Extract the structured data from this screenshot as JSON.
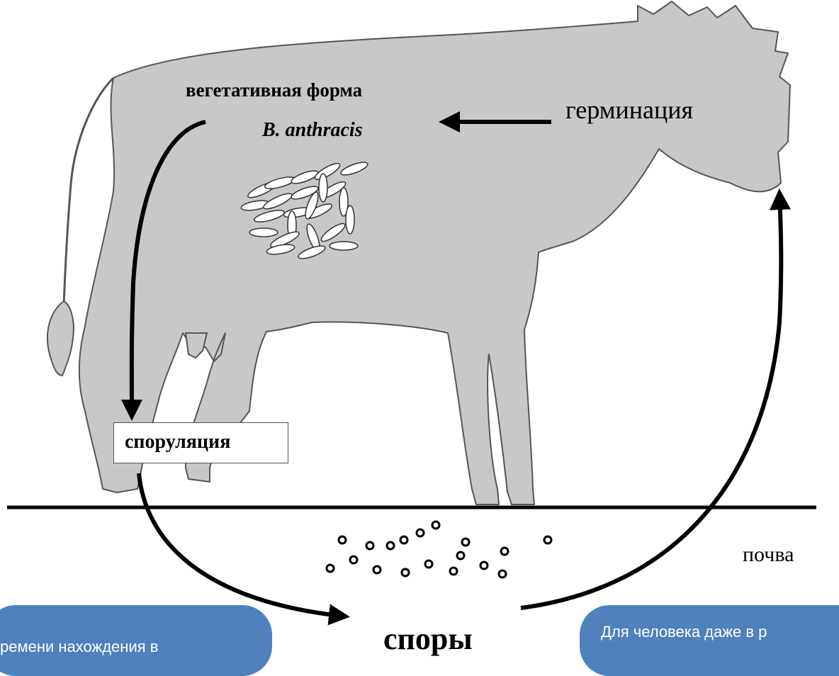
{
  "labels": {
    "vegetative_line1": "вегетативная форма",
    "vegetative_line2": "B. anthracis",
    "germination": "герминация",
    "sporulation": "споруляция",
    "soil": "почва",
    "spores": "споры"
  },
  "panels": {
    "left_text": "ремени нахождения в",
    "right_text": "Для человека даже в р"
  },
  "colors": {
    "cow_fill": "#c8c8c8",
    "panel_bg": "#4f81bd"
  }
}
